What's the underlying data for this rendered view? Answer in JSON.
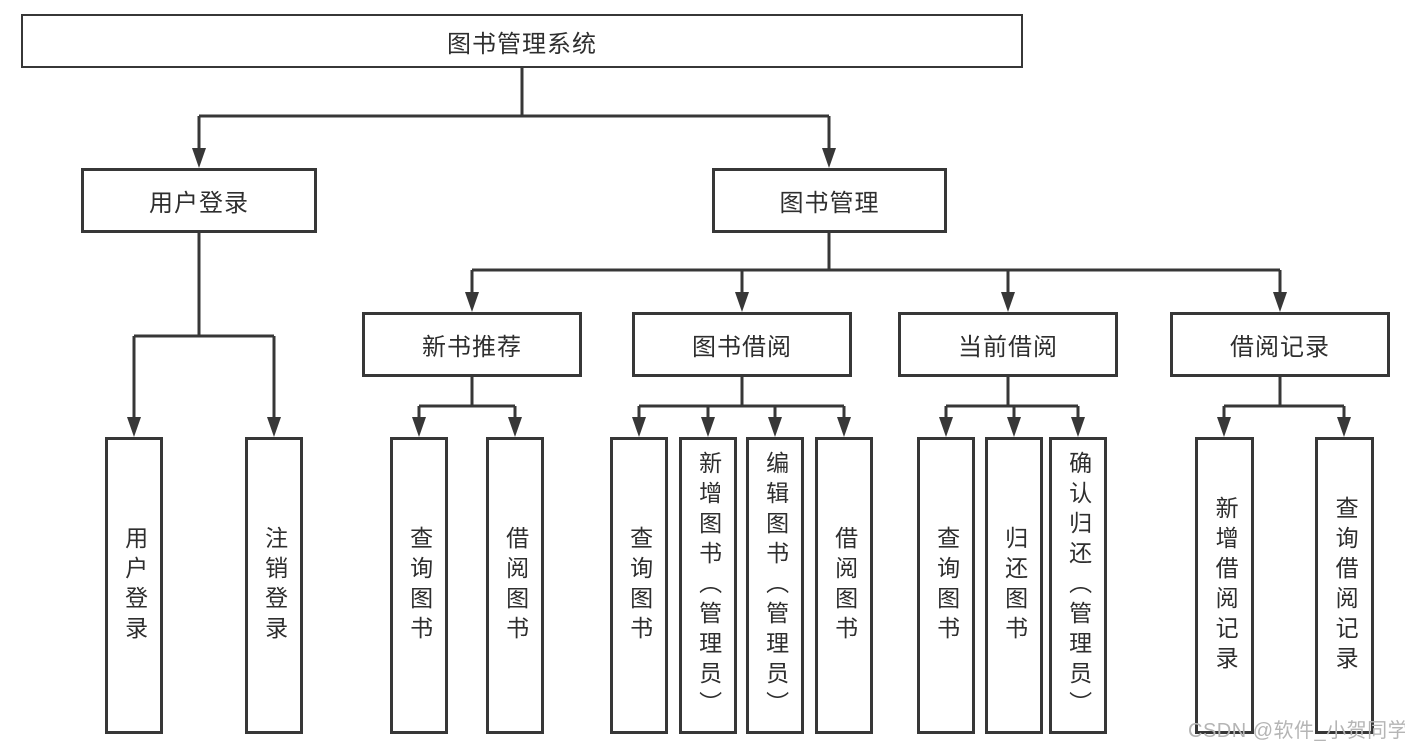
{
  "diagram": {
    "title": "图书管理系统",
    "root": {
      "label": "图书管理系统"
    },
    "level2": [
      {
        "label": "用户登录"
      },
      {
        "label": "图书管理"
      }
    ],
    "level3": [
      {
        "label": "新书推荐"
      },
      {
        "label": "图书借阅"
      },
      {
        "label": "当前借阅"
      },
      {
        "label": "借阅记录"
      }
    ],
    "leaves": {
      "login": [
        "用户登录",
        "注销登录"
      ],
      "new_book": [
        "查询图书",
        "借阅图书"
      ],
      "book_borrow": [
        "查询图书",
        "新增图书（管理员）",
        "编辑图书（管理员）",
        "借阅图书"
      ],
      "current_borrow": [
        "查询图书",
        "归还图书",
        "确认归还（管理员）"
      ],
      "borrow_records": [
        "新增借阅记录",
        "查询借阅记录"
      ]
    },
    "watermark": "CSDN @软件_小贺同学",
    "colors": {
      "line": "#373737",
      "text": "#2e2e2e",
      "box_background": "#ffffff",
      "watermark": "#b5b5b5",
      "background": "#ffffff"
    }
  }
}
